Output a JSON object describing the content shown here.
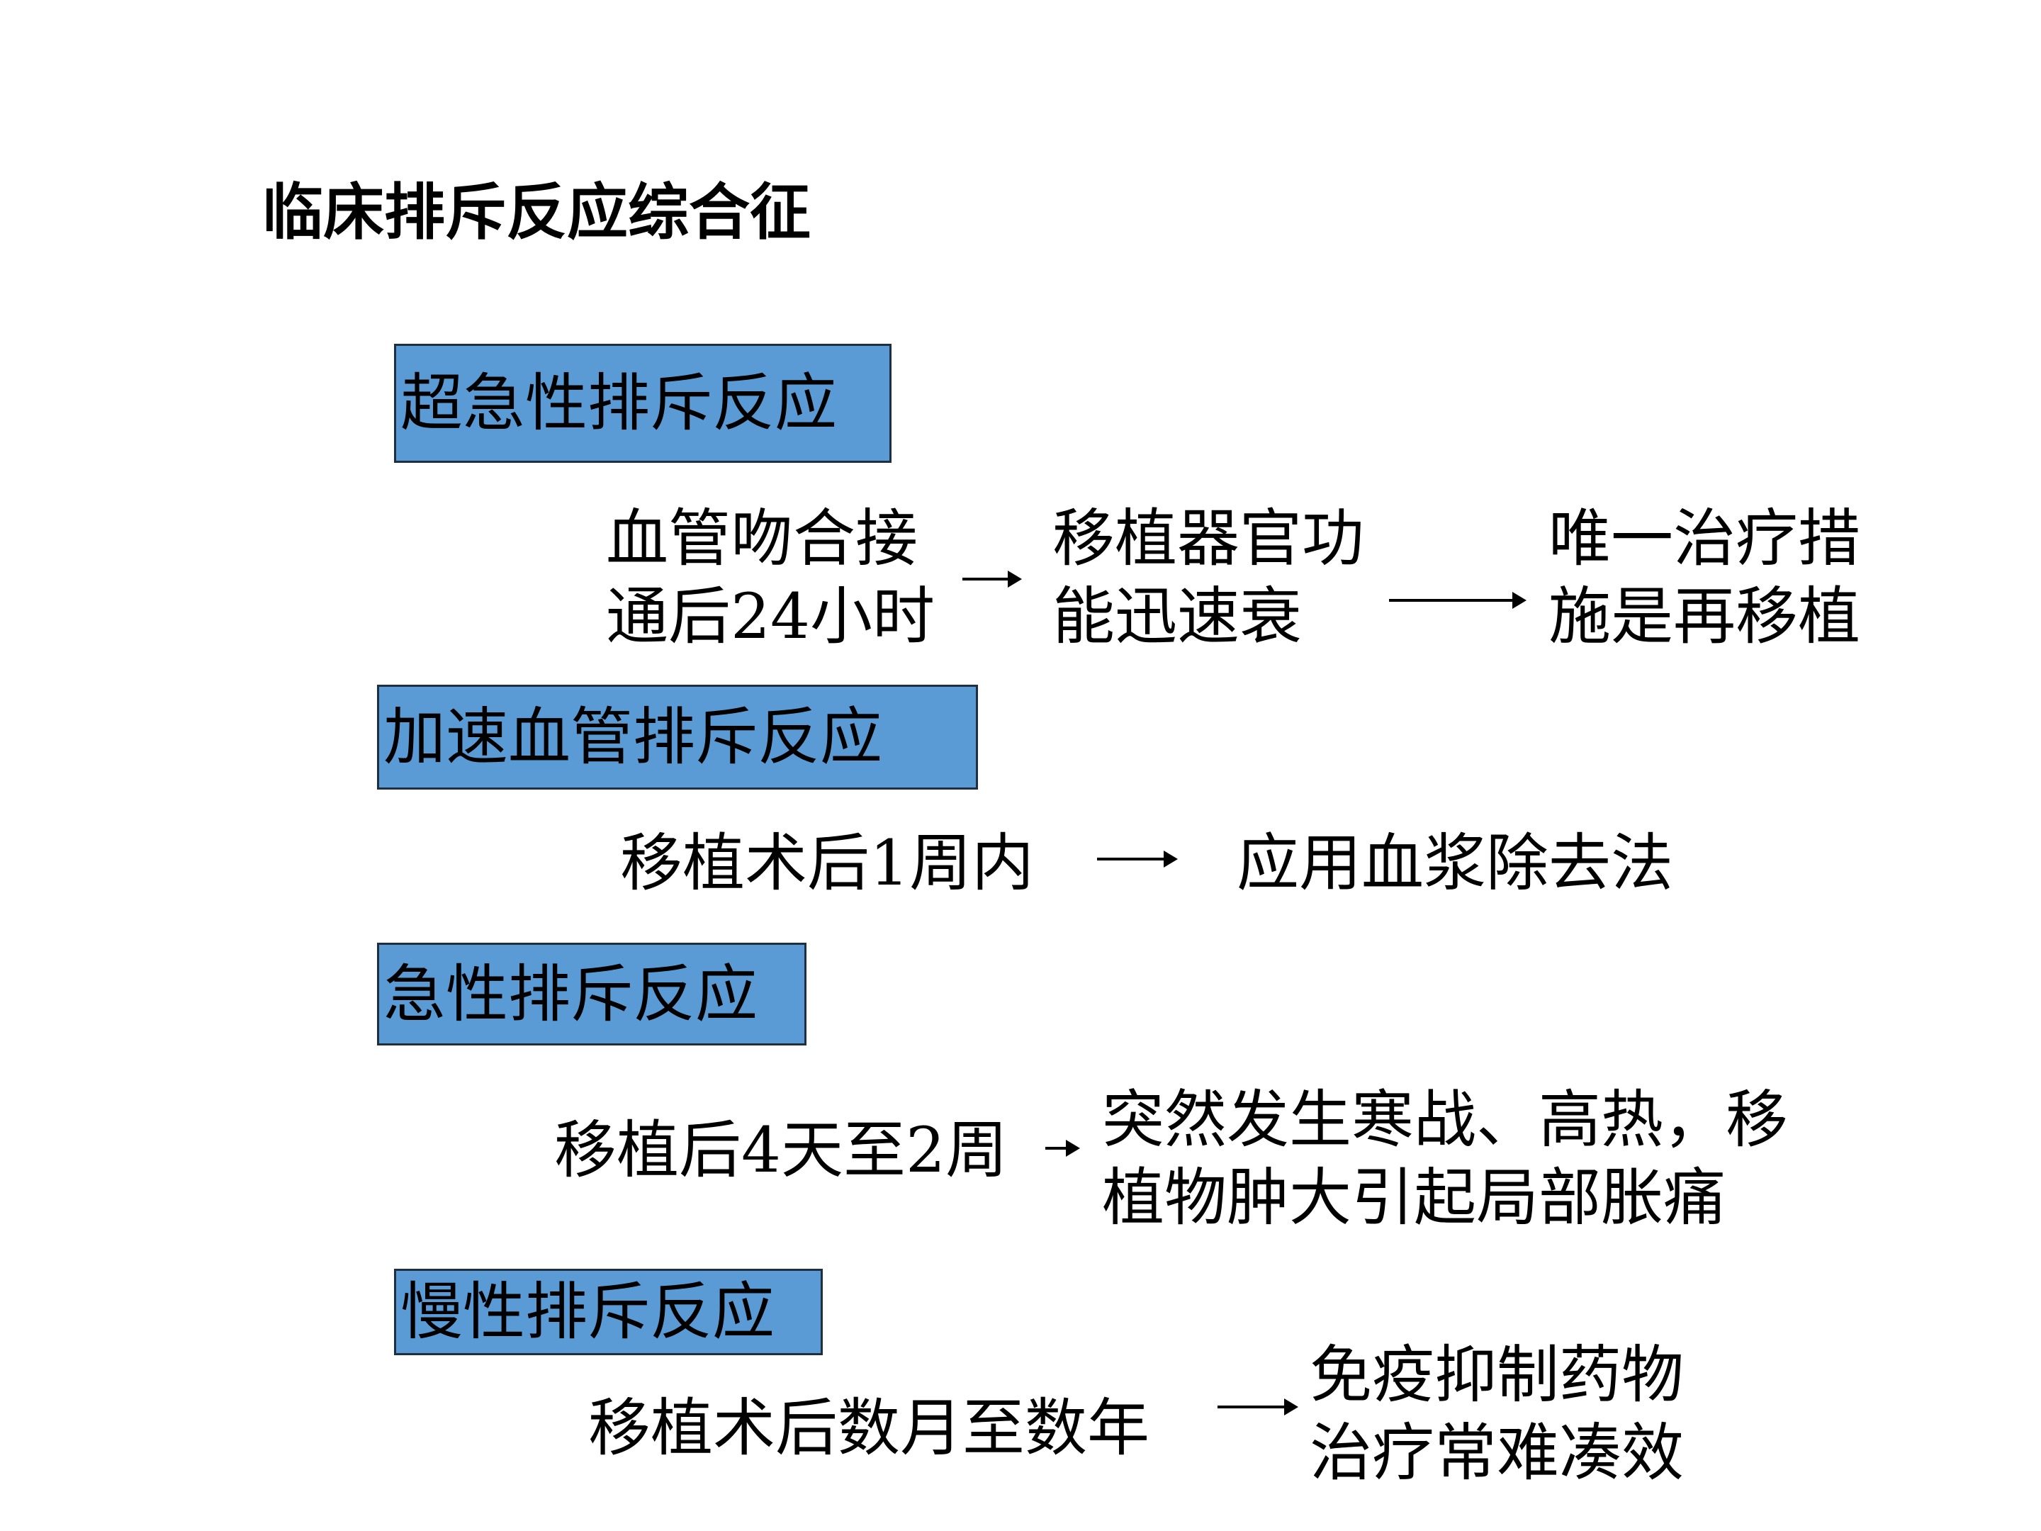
{
  "title": "临床排斥反应综合征",
  "sections": [
    {
      "heading": "超急性排斥反应",
      "cause_lines": [
        "血管吻合接",
        "通后24小时"
      ],
      "middle_lines": [
        "移植器官功",
        "能迅速衰"
      ],
      "result_lines": [
        "唯一治疗措",
        "施是再移植"
      ]
    },
    {
      "heading": "加速血管排斥反应",
      "cause_lines": [
        "移植术后1周内"
      ],
      "result_lines": [
        "应用血浆除去法"
      ]
    },
    {
      "heading": "急性排斥反应",
      "cause_lines": [
        "移植后4天至2周"
      ],
      "result_lines": [
        "突然发生寒战、高热，移",
        "植物肿大引起局部胀痛"
      ]
    },
    {
      "heading": "慢性排斥反应",
      "cause_lines": [
        "移植术后数月至数年"
      ],
      "result_lines": [
        "免疫抑制药物",
        "治疗常难凑效"
      ]
    }
  ],
  "colors": {
    "heading_box": "#5b9bd5",
    "border": "#1f2f3f",
    "text": "#000000"
  }
}
